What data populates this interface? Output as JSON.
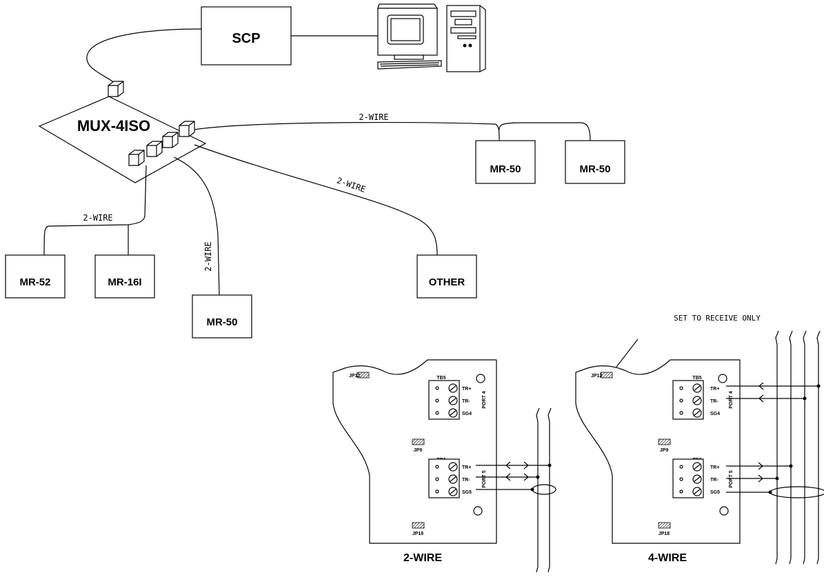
{
  "diagram": {
    "nodes": {
      "scp": "SCP",
      "mux": "MUX-4ISO",
      "mr50_right_a": "MR-50",
      "mr50_right_b": "MR-50",
      "mr52": "MR-52",
      "mr16i": "MR-16I",
      "mr50_bottom": "MR-50",
      "other": "OTHER"
    },
    "wire_labels": {
      "top": "2-WIRE",
      "diag": "2-WIRE",
      "left": "2-WIRE",
      "vertical": "2-WIRE"
    },
    "boards": [
      {
        "caption": "2-WIRE",
        "jp_top": "JP12",
        "jp_mid": "JP9",
        "jp_bot": "JP18",
        "tb_top": "TB5",
        "tb_bot": "TB6",
        "port_top": "PORT 4",
        "port_bot": "PORT 5",
        "tb_top_terms": [
          "TR+",
          "TR-",
          "SG4"
        ],
        "tb_bot_terms": [
          "TR+",
          "TR-",
          "SG5"
        ]
      },
      {
        "caption": "4-WIRE",
        "jp_top": "JP12",
        "jp_mid": "JP9",
        "jp_bot": "JP18",
        "tb_top": "TB5",
        "tb_bot": "TB6",
        "port_top": "PORT 4",
        "port_bot": "PORT 5",
        "tb_top_terms": [
          "TR+",
          "TR-",
          "SG4"
        ],
        "tb_bot_terms": [
          "TR+",
          "TR-",
          "SG5"
        ]
      }
    ],
    "note": "SET TO RECEIVE ONLY"
  }
}
